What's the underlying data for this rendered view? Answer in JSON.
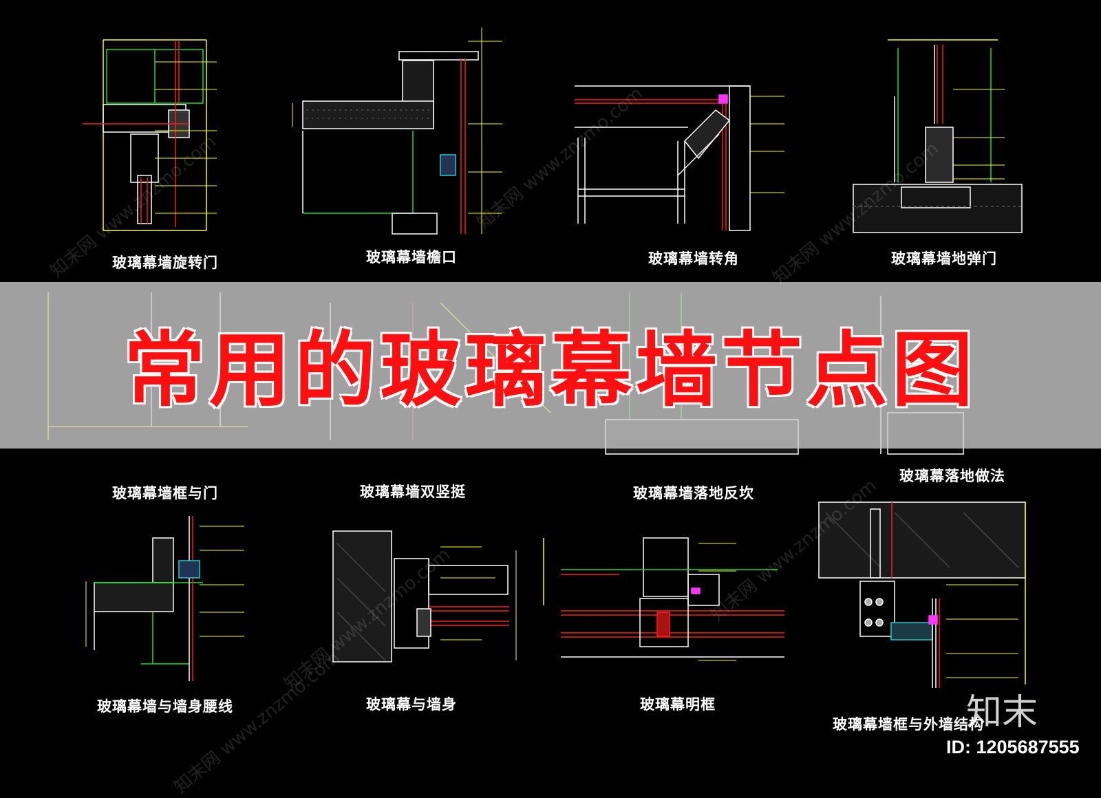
{
  "colors": {
    "background": "#000000",
    "yellow_line": "#ffff00",
    "white_line": "#ffffff",
    "red_line": "#ff1a1a",
    "green_line": "#22dd22",
    "cyan_line": "#22cccc",
    "magenta_line": "#ff33ff",
    "title_fill": "#ff0f0f",
    "title_outline": "#ffffff",
    "banner": "#cdcdcd"
  },
  "banner": {
    "title": "常用的玻璃幕墙节点图"
  },
  "captions": {
    "revolving_door": "玻璃幕墙旋转门",
    "eave": "玻璃幕墙檐口",
    "corner": "玻璃幕墙转角",
    "floor_spring_door": "玻璃幕墙地弹门",
    "floor_practice": "玻璃幕落地做法",
    "frame_and_door": "玻璃幕墙框与门",
    "double_mullion": "玻璃幕墙双竖挺",
    "floor_reverse": "玻璃幕墙落地反坎",
    "wall_waistline": "玻璃幕墙与墙身腰线",
    "curtain_and_wall": "玻璃幕与墙身",
    "exposed_frame": "玻璃幕明框",
    "frame_exterior_structure": "玻璃幕墙框与外墙结构"
  },
  "watermark": {
    "brand": "知末网 www.znzmo.com"
  },
  "logo": {
    "text": "知末"
  },
  "footer": {
    "id_label": "ID: 1205687555"
  }
}
